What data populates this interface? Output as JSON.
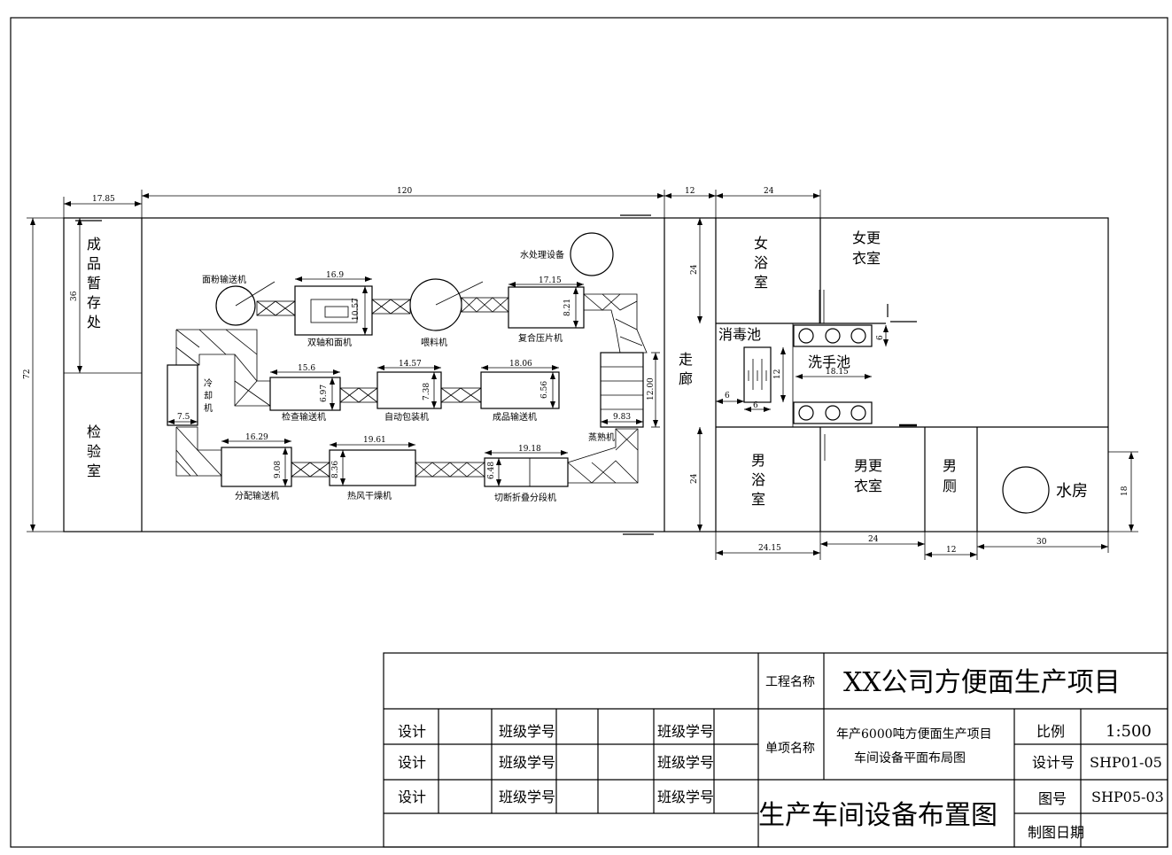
{
  "dimensions": {
    "top_17_85": "17.85",
    "top_120": "120",
    "top_12": "12",
    "top_24": "24",
    "left_72": "72",
    "left_36": "36",
    "fem_24": "24",
    "male_24": "24",
    "corr_12000": "12.00",
    "bot_24_15": "24.15",
    "bot_24": "24",
    "bot_12": "12",
    "bot_30": "30",
    "right_18": "18",
    "pool_12": "12",
    "pool_6a": "6",
    "pool_6b": "6",
    "wash_6": "6",
    "wash_18_15": "18.15"
  },
  "equipment": {
    "flour": {
      "label": "面粉输送机"
    },
    "mixer": {
      "label": "双轴和面机",
      "w": "16.9",
      "h": "10.57"
    },
    "feeder": {
      "label": "喂料机"
    },
    "press": {
      "label": "复合压片机",
      "w": "17.15",
      "h": "8.21"
    },
    "water_treat": {
      "label": "水处理设备"
    },
    "cooling": {
      "label": "冷却机",
      "w": "7.5"
    },
    "inspect": {
      "label": "检查输送机",
      "w": "15.6",
      "h": "6.97"
    },
    "autopack": {
      "label": "自动包装机",
      "w": "14.57",
      "h": "7.38"
    },
    "product": {
      "label": "成品输送机",
      "w": "18.06",
      "h": "6.56"
    },
    "steamer": {
      "label": "蒸熟机",
      "w": "9.83"
    },
    "distrib": {
      "label": "分配输送机",
      "w": "16.29",
      "h": "9.08"
    },
    "dryer": {
      "label": "热风干燥机",
      "w": "19.61",
      "h": "8.36"
    },
    "cutter": {
      "label": "切断折叠分段机",
      "w": "19.18",
      "h": "6.48"
    }
  },
  "rooms": {
    "storage": [
      "成",
      "品",
      "暂",
      "存",
      "处"
    ],
    "inspection": [
      "检",
      "验",
      "室"
    ],
    "corridor": [
      "走",
      "廊"
    ],
    "female_bath": [
      "女",
      "浴",
      "室"
    ],
    "female_change": [
      "女更",
      "衣室"
    ],
    "disinfect": "消毒池",
    "wash": "洗手池",
    "male_bath": [
      "男",
      "浴",
      "室"
    ],
    "male_change": [
      "男更",
      "衣室"
    ],
    "male_toilet": [
      "男",
      "厕"
    ],
    "water_room": "水房"
  },
  "title_block": {
    "project_label": "工程名称",
    "project_name": "XX公司方便面生产项目",
    "item_label": "单项名称",
    "item_name_1": "年产6000吨方便面生产项目",
    "item_name_2": "车间设备平面布局图",
    "scale_label": "比例",
    "scale_value": "1:500",
    "design_no_label": "设计号",
    "design_no_value": "SHP01-05",
    "drawing_no_label": "图号",
    "drawing_no_value": "SHP05-03",
    "date_label": "制图日期",
    "drawing_title": "生产车间设备布置图",
    "design": "设计",
    "class_no": "班级学号"
  }
}
